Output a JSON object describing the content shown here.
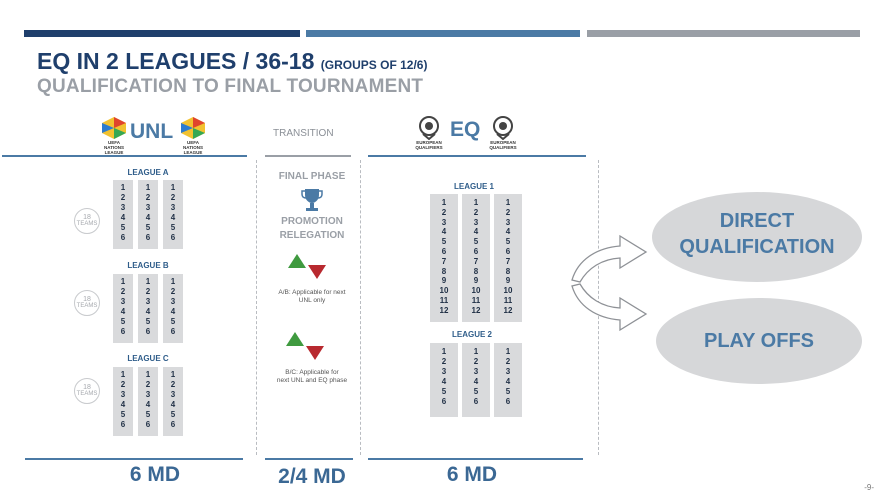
{
  "header": {
    "title_main": "EQ IN 2 LEAGUES / 36-18",
    "title_small": "(GROUPS OF 12/6)",
    "subtitle": "QUALIFICATION TO FINAL TOURNAMENT"
  },
  "colors": {
    "navy": "#1f3f6c",
    "steel": "#4b7aa5",
    "grey": "#9a9fa6",
    "red": "#b8292f",
    "green": "#3f9a3f"
  },
  "columns": {
    "unl": {
      "label": "UNL",
      "logo_caption": "UEFA NATIONS LEAGUE"
    },
    "transition": {
      "label": "TRANSITION"
    },
    "eq": {
      "label": "EQ",
      "logo_caption": "EUROPEAN QUALIFIERS"
    }
  },
  "unl_leagues": [
    {
      "name": "LEAGUE A",
      "teams_badge": "18 TEAMS",
      "groups": [
        [
          "1",
          "2",
          "3",
          "4",
          "5",
          "6"
        ],
        [
          "1",
          "2",
          "3",
          "4",
          "5",
          "6"
        ],
        [
          "1",
          "2",
          "3",
          "4",
          "5",
          "6"
        ]
      ]
    },
    {
      "name": "LEAGUE B",
      "teams_badge": "18 TEAMS",
      "groups": [
        [
          "1",
          "2",
          "3",
          "4",
          "5",
          "6"
        ],
        [
          "1",
          "2",
          "3",
          "4",
          "5",
          "6"
        ],
        [
          "1",
          "2",
          "3",
          "4",
          "5",
          "6"
        ]
      ]
    },
    {
      "name": "LEAGUE C",
      "teams_badge": "18 TEAMS",
      "groups": [
        [
          "1",
          "2",
          "3",
          "4",
          "5",
          "6"
        ],
        [
          "1",
          "2",
          "3",
          "4",
          "5",
          "6"
        ],
        [
          "1",
          "2",
          "3",
          "4",
          "5",
          "6"
        ]
      ]
    }
  ],
  "transition": {
    "final_phase": "FINAL PHASE",
    "promotion": "PROMOTION",
    "relegation": "RELEGATION",
    "note_ab": "A/B: Applicable for next UNL only",
    "note_bc_1": "B/C: Applicable for",
    "note_bc_2": "next UNL and EQ phase"
  },
  "eq_leagues": [
    {
      "name": "LEAGUE 1",
      "groups": [
        [
          "1",
          "2",
          "3",
          "4",
          "5",
          "6",
          "7",
          "8",
          "9",
          "10",
          "11",
          "12"
        ],
        [
          "1",
          "2",
          "3",
          "4",
          "5",
          "6",
          "7",
          "8",
          "9",
          "10",
          "11",
          "12"
        ],
        [
          "1",
          "2",
          "3",
          "4",
          "5",
          "6",
          "7",
          "8",
          "9",
          "10",
          "11",
          "12"
        ]
      ]
    },
    {
      "name": "LEAGUE 2",
      "groups": [
        [
          "1",
          "2",
          "3",
          "4",
          "5",
          "6"
        ],
        [
          "1",
          "2",
          "3",
          "4",
          "5",
          "6"
        ],
        [
          "1",
          "2",
          "3",
          "4",
          "5",
          "6"
        ]
      ]
    }
  ],
  "outcomes": {
    "direct_1": "DIRECT",
    "direct_2": "QUALIFICATION",
    "playoffs": "PLAY OFFS"
  },
  "matchdays": {
    "unl": "6 MD",
    "transition": "2/4 MD",
    "eq": "6 MD"
  },
  "page_number": "-9-"
}
